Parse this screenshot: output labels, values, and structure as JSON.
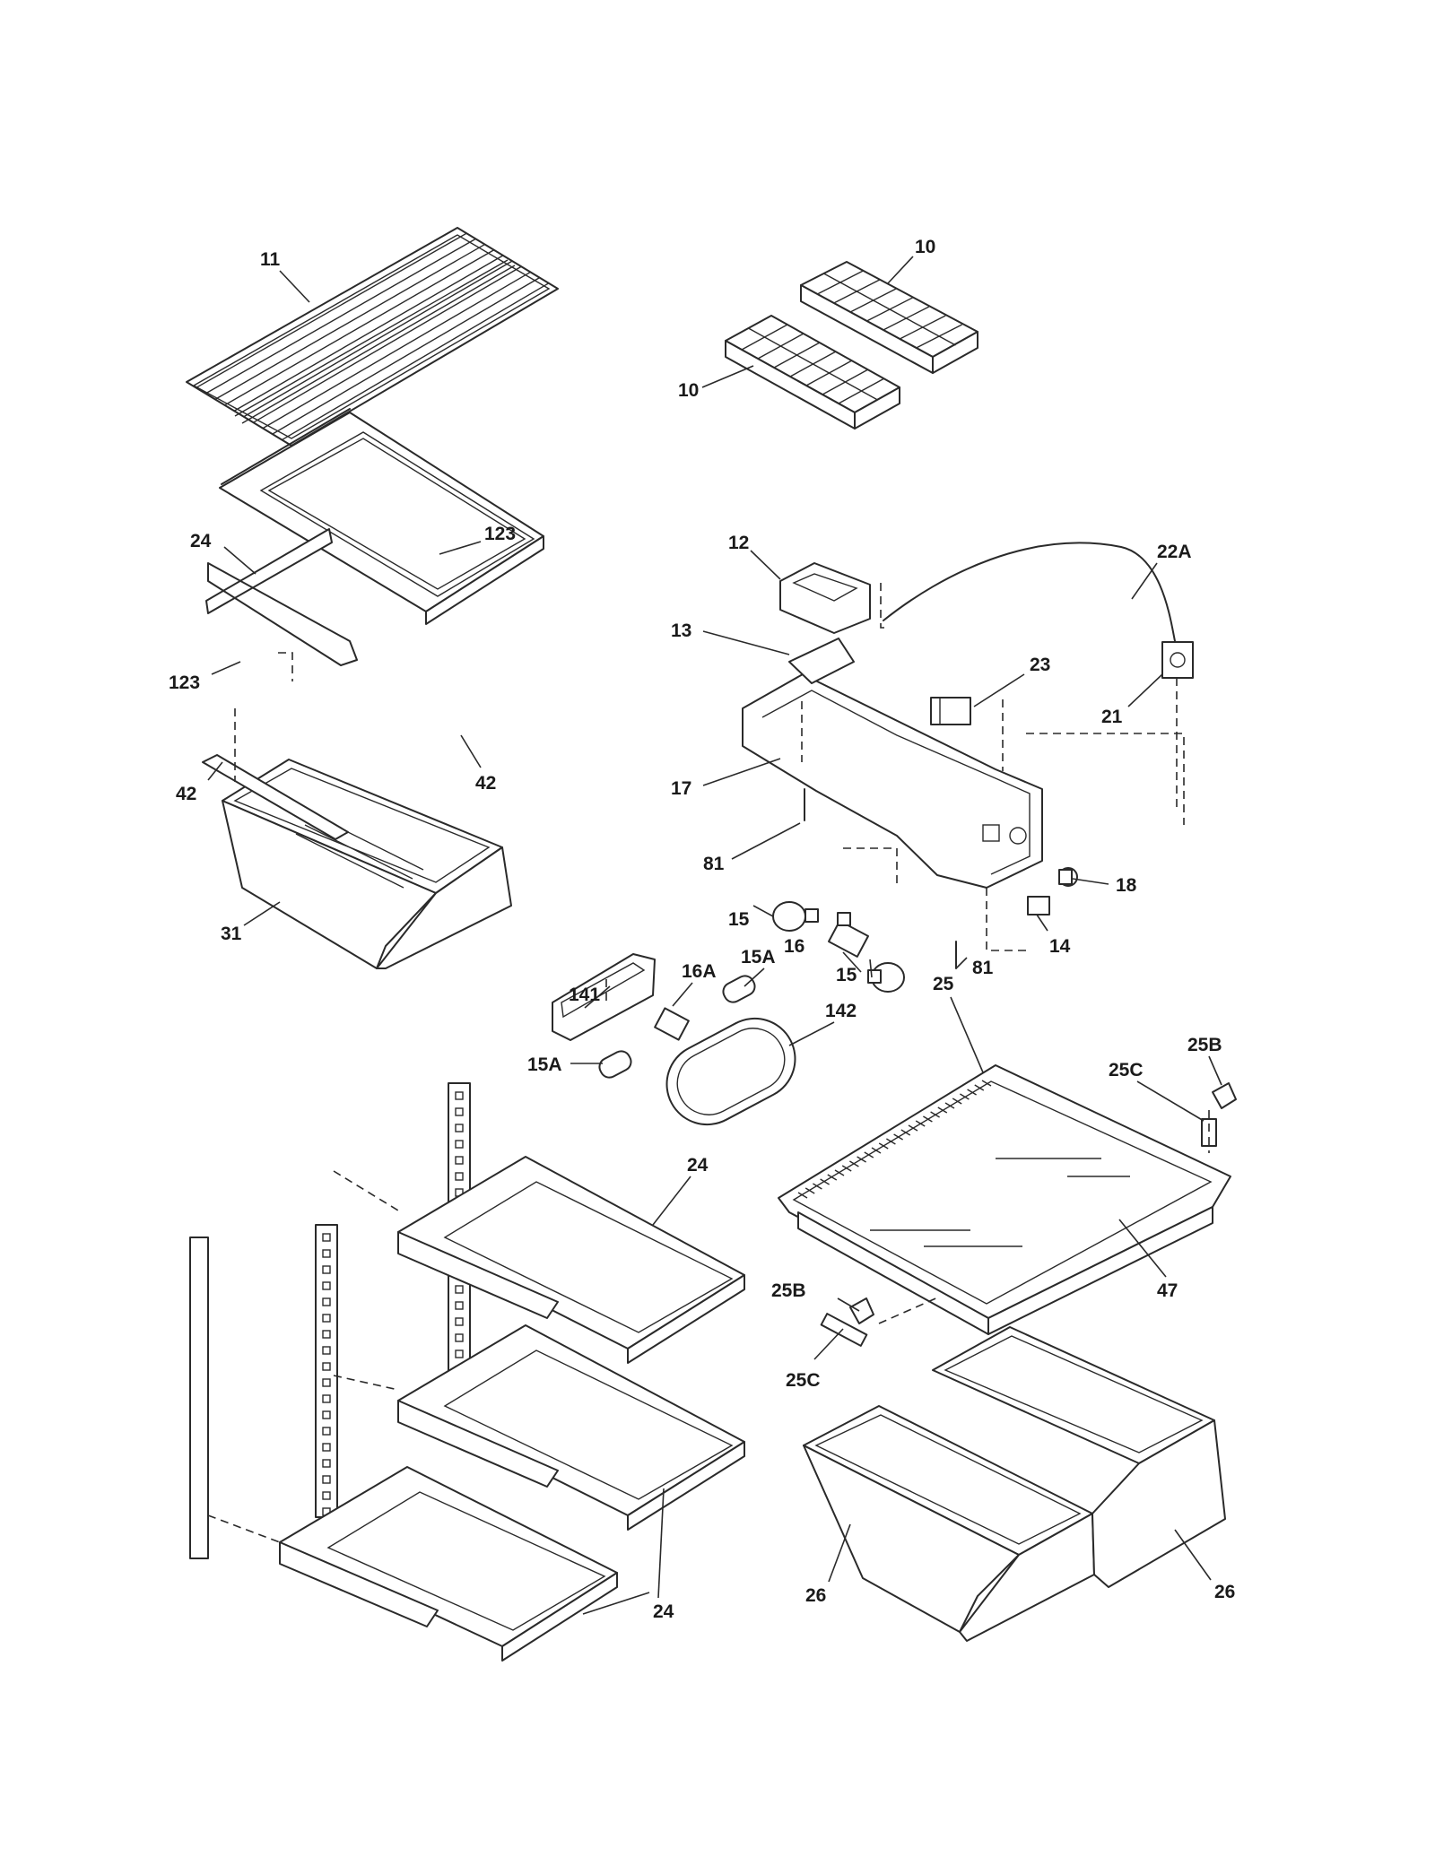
{
  "callouts": [
    {
      "id": "c-11",
      "text": "11"
    },
    {
      "id": "c-10a",
      "text": "10"
    },
    {
      "id": "c-10b",
      "text": "10"
    },
    {
      "id": "c-24a",
      "text": "24"
    },
    {
      "id": "c-123a",
      "text": "123"
    },
    {
      "id": "c-123b",
      "text": "123"
    },
    {
      "id": "c-42a",
      "text": "42"
    },
    {
      "id": "c-42b",
      "text": "42"
    },
    {
      "id": "c-31",
      "text": "31"
    },
    {
      "id": "c-12",
      "text": "12"
    },
    {
      "id": "c-13",
      "text": "13"
    },
    {
      "id": "c-22A",
      "text": "22A"
    },
    {
      "id": "c-23",
      "text": "23"
    },
    {
      "id": "c-21",
      "text": "21"
    },
    {
      "id": "c-17",
      "text": "17"
    },
    {
      "id": "c-81a",
      "text": "81"
    },
    {
      "id": "c-81b",
      "text": "81"
    },
    {
      "id": "c-18",
      "text": "18"
    },
    {
      "id": "c-14",
      "text": "14"
    },
    {
      "id": "c-15a",
      "text": "15"
    },
    {
      "id": "c-15b",
      "text": "15"
    },
    {
      "id": "c-16",
      "text": "16"
    },
    {
      "id": "c-141",
      "text": "141"
    },
    {
      "id": "c-16A",
      "text": "16A"
    },
    {
      "id": "c-15Aa",
      "text": "15A"
    },
    {
      "id": "c-15Ab",
      "text": "15A"
    },
    {
      "id": "c-142",
      "text": "142"
    },
    {
      "id": "c-25",
      "text": "25"
    },
    {
      "id": "c-25B",
      "text": "25B"
    },
    {
      "id": "c-25C",
      "text": "25C"
    },
    {
      "id": "c-24b",
      "text": "24"
    },
    {
      "id": "c-47",
      "text": "47"
    },
    {
      "id": "c-25Bb",
      "text": "25B"
    },
    {
      "id": "c-25Cb",
      "text": "25C"
    },
    {
      "id": "c-24c",
      "text": "24"
    },
    {
      "id": "c-26a",
      "text": "26"
    },
    {
      "id": "c-26b",
      "text": "26"
    }
  ]
}
